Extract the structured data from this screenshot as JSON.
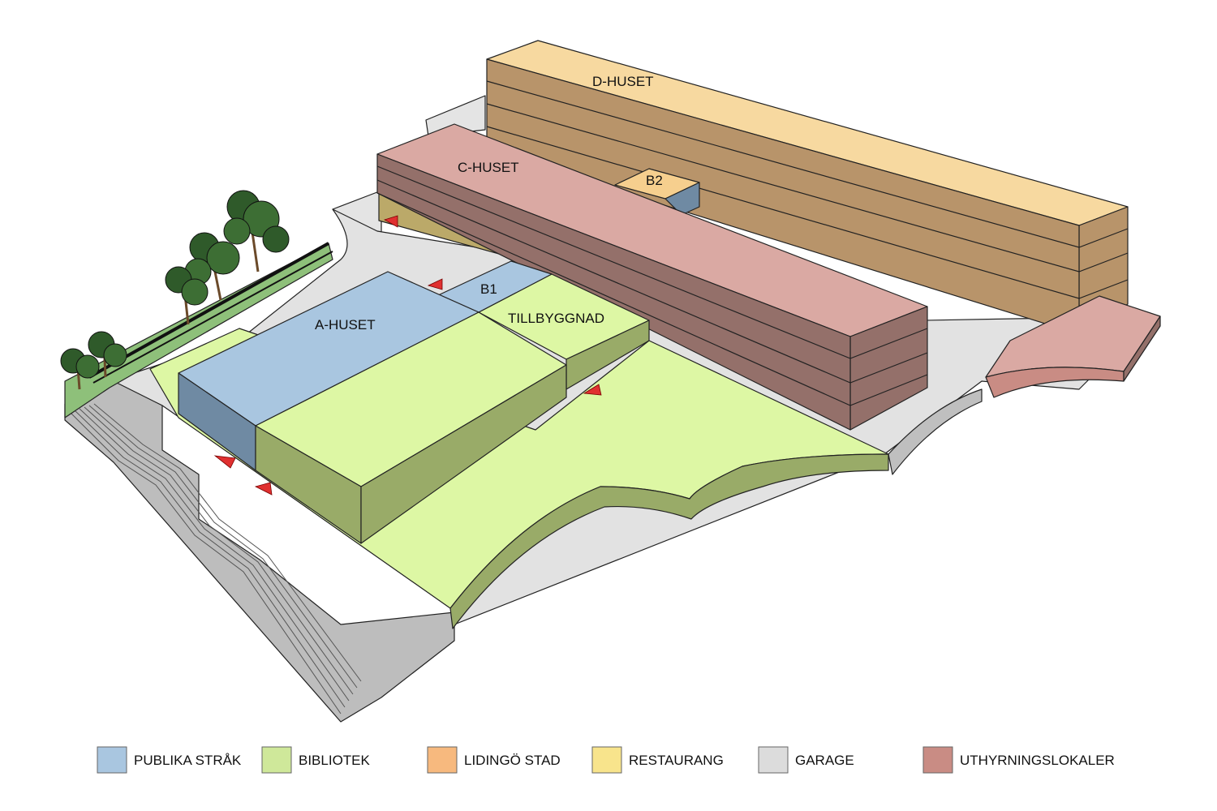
{
  "buildings": {
    "d_huset": "D-HUSET",
    "c_huset": "C-HUSET",
    "b2": "B2",
    "b1": "B1",
    "a_huset": "A-HUSET",
    "tillbyggnad": "TILLBYGGNAD"
  },
  "legend": [
    {
      "label": "PUBLIKA STRÅK",
      "color": "#a9c6e0"
    },
    {
      "label": "BIBLIOTEK",
      "color": "#cfe89a"
    },
    {
      "label": "LIDINGÖ STAD",
      "color": "#f7b97e"
    },
    {
      "label": "RESTAURANG",
      "color": "#f8e48c"
    },
    {
      "label": "GARAGE",
      "color": "#dcdcdc"
    },
    {
      "label": "UTHYRNINGSLOKALER",
      "color": "#c98c84"
    }
  ],
  "colors": {
    "d_top": "#f7d9a0",
    "d_side": "#b8946a",
    "c_top": "#daa9a3",
    "c_side": "#94706a",
    "blue_top": "#a9c6e0",
    "blue_side": "#6f8aa3",
    "green_top": "#ddf7a4",
    "green_side": "#99ab68",
    "garage_top": "#e2e2e2",
    "garage_side": "#b5b5b5",
    "arrow": "#e03030"
  }
}
